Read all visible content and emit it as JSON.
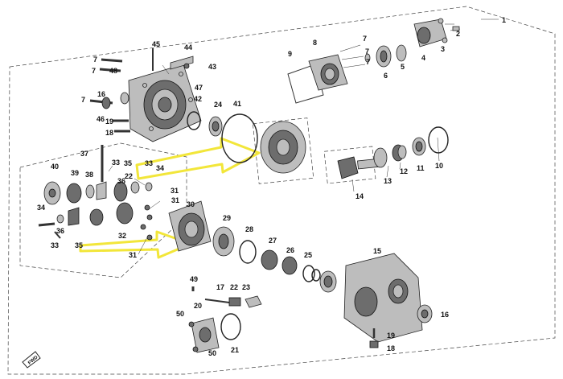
{
  "diagram": {
    "labels": [
      "1",
      "2",
      "3",
      "4",
      "5",
      "6",
      "7",
      "8",
      "9",
      "10",
      "11",
      "12",
      "13",
      "14",
      "15",
      "16",
      "17",
      "18",
      "19",
      "20",
      "21",
      "22",
      "23",
      "24",
      "25",
      "26",
      "27",
      "28",
      "29",
      "30",
      "31",
      "32",
      "33",
      "34",
      "35",
      "36",
      "37",
      "38",
      "39",
      "40",
      "41",
      "42",
      "43",
      "44",
      "45",
      "46",
      "47",
      "48",
      "49",
      "50"
    ],
    "fwd_mark": "FWD"
  }
}
